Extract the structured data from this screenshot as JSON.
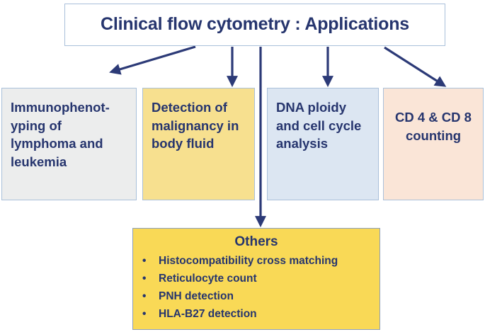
{
  "diagram": {
    "title": "Clinical flow cytometry : Applications",
    "colors": {
      "text_navy": "#26356e",
      "arrow_navy": "#2c3a77",
      "border_blue": "#a9c0da",
      "gray_fill": "#eceded",
      "yellow_fill": "#f7e08f",
      "blue_fill": "#dce6f2",
      "peach_fill": "#fae5d7",
      "others_fill": "#f9d956"
    },
    "applications": [
      {
        "id": "immunophenotyping",
        "label": "Immunophenot-yping of lymphoma and leukemia",
        "fill": "#eceded",
        "align": "left"
      },
      {
        "id": "malignancy",
        "label": "Detection of malignancy in body fluid",
        "fill": "#f7e08f",
        "align": "left"
      },
      {
        "id": "dna-ploidy",
        "label": "DNA ploidy and cell cycle analysis",
        "fill": "#dce6f2",
        "align": "left"
      },
      {
        "id": "cd-counting",
        "label": "CD 4 & CD 8 counting",
        "fill": "#fae5d7",
        "align": "center"
      }
    ],
    "others": {
      "heading": "Others",
      "bullet_glyph": "•",
      "items": [
        "Histocompatibility cross matching",
        "Reticulocyte count",
        "PNH detection",
        "HLA-B27 detection"
      ]
    },
    "connectors": [
      {
        "id": "arrow-to-immunophenotyping",
        "type": "diagonal-left"
      },
      {
        "id": "arrow-to-malignancy",
        "type": "vertical"
      },
      {
        "id": "arrow-to-others",
        "type": "vertical-long"
      },
      {
        "id": "arrow-to-dna-ploidy",
        "type": "vertical"
      },
      {
        "id": "arrow-to-cd-counting",
        "type": "diagonal-right"
      }
    ]
  }
}
